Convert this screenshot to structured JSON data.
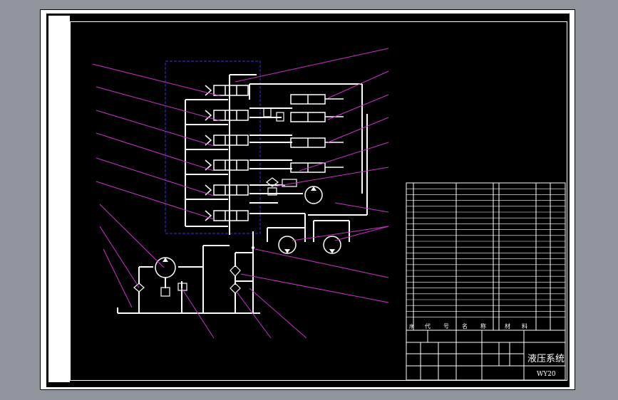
{
  "title_block": {
    "drawing_title": "液压系统",
    "drawing_code": "WY20"
  },
  "bom_header": {
    "seq": "序",
    "code": "代",
    "number": "号",
    "name": "名",
    "title": "称",
    "material": "材",
    "material2": "料"
  },
  "colors": {
    "background": "#000000",
    "frame": "#ffffff",
    "lines": "#ffffff",
    "leaders": "#cc33cc",
    "valve_block": "#3333dd"
  }
}
